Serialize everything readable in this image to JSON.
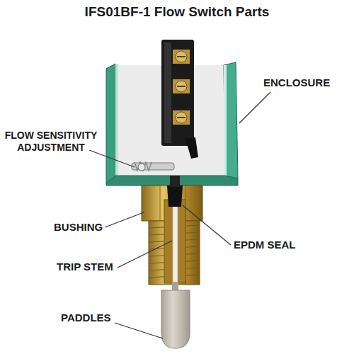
{
  "diagram": {
    "title": "IFS01BF-1 Flow Switch Parts",
    "labels": [
      "ENCLOSURE",
      "FLOW SENSITIVITY ADJUSTMENT",
      "BUSHING",
      "EPDM SEAL",
      "TRIP STEM",
      "PADDLES"
    ]
  }
}
